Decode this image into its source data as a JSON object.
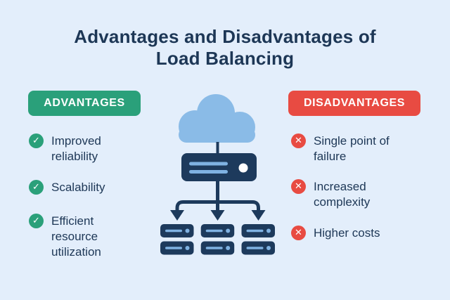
{
  "title": {
    "line1": "Advantages and Disadvantages of",
    "line2": "Load Balancing"
  },
  "advantages": {
    "badge_label": "ADVANTAGES",
    "icon": "check-icon",
    "icon_glyph": "✓",
    "items": [
      "Improved reliability",
      "Scalability",
      "Efficient resource utilization"
    ]
  },
  "disadvantages": {
    "badge_label": "DISADVANTAGES",
    "icon": "x-icon",
    "icon_glyph": "✕",
    "items": [
      "Single point of failure",
      "Increased complexity",
      "Higher costs"
    ]
  },
  "diagram": {
    "icons": [
      "cloud-icon",
      "load-balancer-icon",
      "arrow-down-icon",
      "server-icon"
    ],
    "structure": "cloud connects to load balancer, which branches via three down arrows to three stacks of two servers"
  },
  "colors": {
    "bg": "#e3eefb",
    "navy": "#1d3a5c",
    "text": "#1d3756",
    "green": "#2aa07a",
    "red": "#e84b42",
    "cloud": "#8abbe7",
    "lightblue": "#7fb2e2",
    "white": "#ffffff"
  }
}
